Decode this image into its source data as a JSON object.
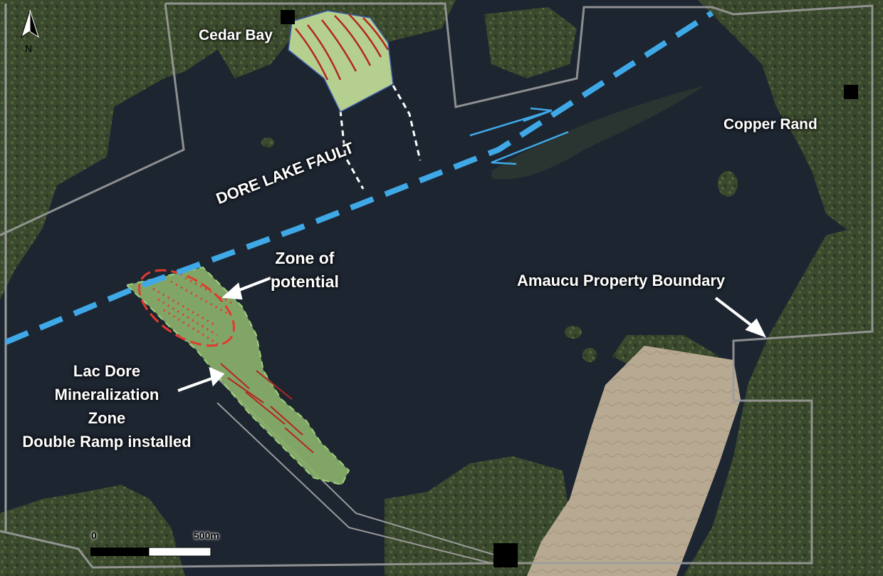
{
  "map": {
    "north_arrow": {
      "label": "N"
    },
    "scale_bar": {
      "start_label": "0",
      "end_label": "500m"
    },
    "labels": {
      "cedar_bay": "Cedar Bay",
      "copper_rand": "Copper Rand",
      "fault": "DORE LAKE FAULT",
      "zone_of_potential": [
        "Zone of",
        "potential"
      ],
      "property_boundary": "Amaucu Property Boundary",
      "mineralization_zone": [
        "Lac Dore",
        "Mineralization",
        "Zone",
        "Double Ramp installed"
      ]
    },
    "colors": {
      "water": "#1c2430",
      "forest": "#3a4a2c",
      "tailings": "#b9ab93",
      "fault_line": "#3fa9e8",
      "cedar_bay_zone_fill": "#b5cf8e",
      "mineralization_fill": "#8ab06b",
      "potential_outline": "#e23a2e",
      "vein_lines": "#b3261e",
      "boundary": "#9a9a9a"
    }
  }
}
